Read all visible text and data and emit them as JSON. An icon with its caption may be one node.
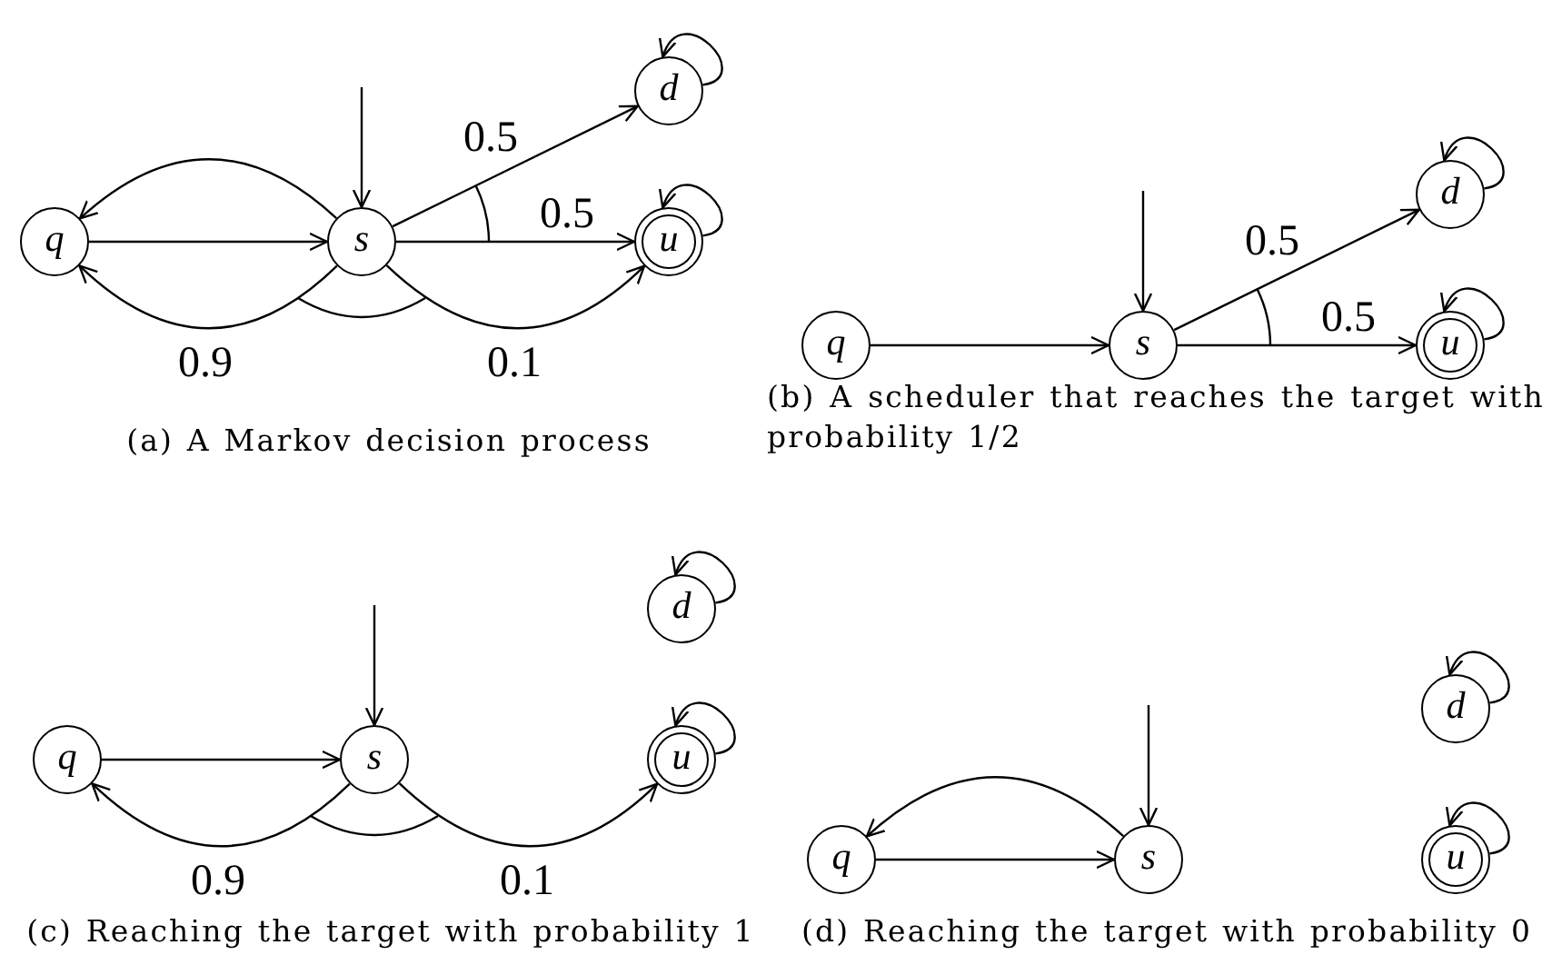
{
  "diagram": {
    "nodes": [
      {
        "text": [
          "q"
        ]
      },
      {
        "text": [
          "s"
        ]
      },
      {
        "text": [
          "d"
        ]
      },
      {
        "text": [
          "u"
        ]
      },
      {
        "text": [
          "q"
        ]
      },
      {
        "text": [
          "s"
        ]
      },
      {
        "text": [
          "d"
        ]
      },
      {
        "text": [
          "u"
        ]
      },
      {
        "text": [
          "q"
        ]
      },
      {
        "text": [
          "s"
        ]
      },
      {
        "text": [
          "d"
        ]
      },
      {
        "text": [
          "u"
        ]
      },
      {
        "text": [
          "q"
        ]
      },
      {
        "text": [
          "s"
        ]
      },
      {
        "text": [
          "d"
        ]
      },
      {
        "text": [
          "u"
        ]
      }
    ],
    "edges": [
      {
        "from": null,
        "to": 1,
        "arrow": "to"
      },
      {
        "from": 0,
        "to": 1,
        "arrow": "to"
      },
      {
        "from": 1,
        "to": 0,
        "arrow": "to"
      },
      {
        "from": 1,
        "to": 0,
        "arrow": "to",
        "label": "0.9"
      },
      {
        "from": 1,
        "to": 3,
        "arrow": "to",
        "label": "0.1"
      },
      {
        "from": 1,
        "to": 2,
        "arrow": "to",
        "label": "0.5"
      },
      {
        "from": 1,
        "to": 3,
        "arrow": "to",
        "label": "0.5"
      },
      {
        "from": 2,
        "to": 2,
        "arrow": "to"
      },
      {
        "from": 3,
        "to": 3,
        "arrow": "to"
      },
      {
        "from": null,
        "to": 5,
        "arrow": "to"
      },
      {
        "from": 4,
        "to": 5,
        "arrow": "to"
      },
      {
        "from": 5,
        "to": 6,
        "arrow": "to",
        "label": "0.5"
      },
      {
        "from": 5,
        "to": 7,
        "arrow": "to",
        "label": "0.5"
      },
      {
        "from": 6,
        "to": 6,
        "arrow": "to"
      },
      {
        "from": 7,
        "to": 7,
        "arrow": "to"
      },
      {
        "from": null,
        "to": 9,
        "arrow": "to"
      },
      {
        "from": 8,
        "to": 9,
        "arrow": "to"
      },
      {
        "from": 9,
        "to": 8,
        "arrow": "to",
        "label": "0.9"
      },
      {
        "from": 9,
        "to": 11,
        "arrow": "to",
        "label": "0.1"
      },
      {
        "from": 10,
        "to": 10,
        "arrow": "to"
      },
      {
        "from": 11,
        "to": 11,
        "arrow": "to"
      },
      {
        "from": null,
        "to": 13,
        "arrow": "to"
      },
      {
        "from": 12,
        "to": 13,
        "arrow": "to"
      },
      {
        "from": 13,
        "to": 12,
        "arrow": "to"
      },
      {
        "from": 14,
        "to": 14,
        "arrow": "to"
      },
      {
        "from": 15,
        "to": 15,
        "arrow": "to"
      }
    ],
    "labels": [
      "(a) A Markov decision process",
      "(b) A scheduler that reaches the target with probability 1/2",
      "(c) Reaching the target with probability 1",
      "(d) Reaching the target with probability 0"
    ]
  }
}
